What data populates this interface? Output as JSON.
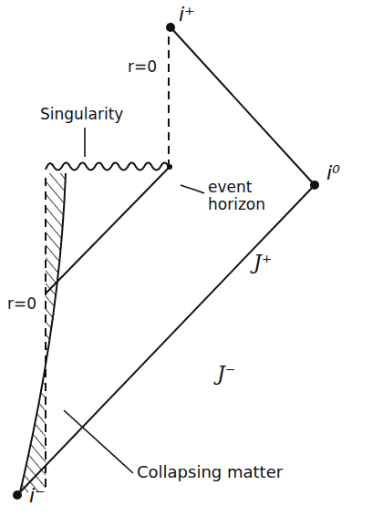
{
  "diagram": {
    "labels": [
      "i⁺",
      "r=0",
      "Singularity",
      "event horizon",
      "J⁺",
      "i⁰",
      "r=0",
      "J⁻",
      "Collapsing matter",
      "i⁻"
    ]
  }
}
